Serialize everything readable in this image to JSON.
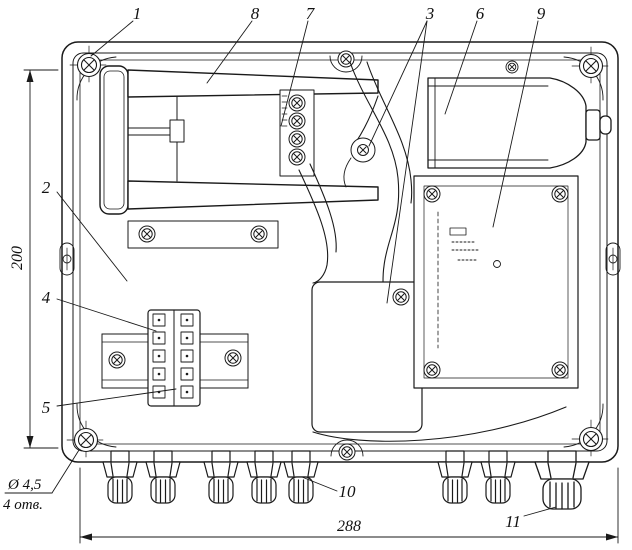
{
  "callouts": {
    "n1": "1",
    "n2": "2",
    "n3": "3",
    "n4": "4",
    "n5": "5",
    "n6": "6",
    "n7": "7",
    "n8": "8",
    "n9": "9",
    "n10": "10",
    "n11": "11"
  },
  "dimensions": {
    "height": "200",
    "width": "288",
    "hole_diameter": "Ø 4,5",
    "hole_count": "4 отв."
  },
  "colors": {
    "line": "#1a1a1a",
    "background": "#ffffff"
  }
}
